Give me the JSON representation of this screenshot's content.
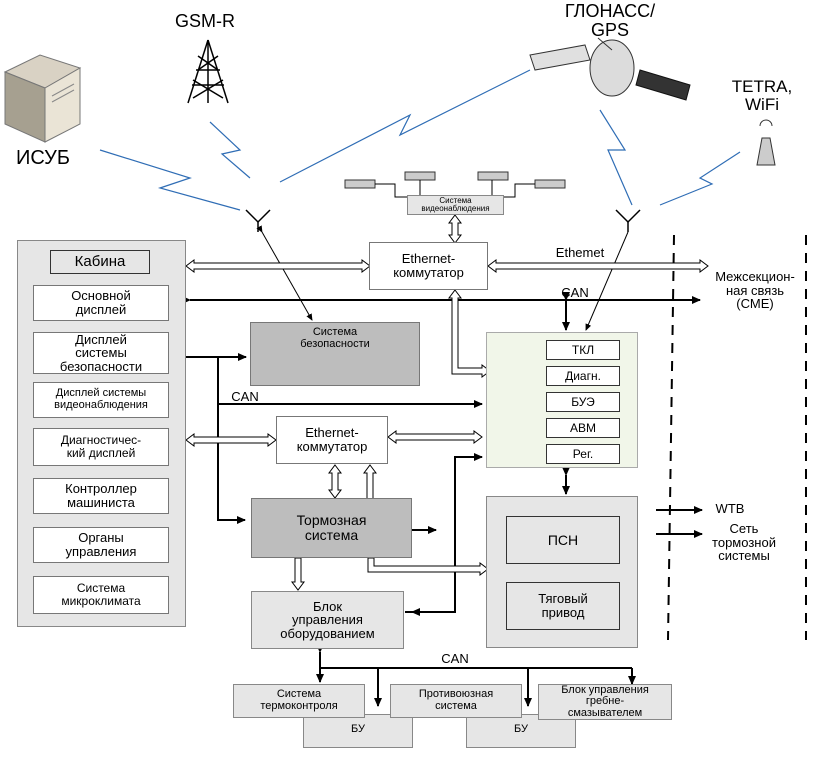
{
  "external": {
    "isub": "ИСУБ",
    "gsm": "GSM-R",
    "glonass": "ГЛОНАСС/\nGPS",
    "tetra": "TETRA,\nWiFi"
  },
  "cabin": {
    "title": "Кабина",
    "items": [
      "Основной\nдисплей",
      "Дисплей\nсистемы\nбезопасности",
      "Дисплей системы\nвидеонаблюдения",
      "Диагностичес-\nкий дисплей",
      "Контроллер\nмашиниста",
      "Органы\nуправления",
      "Система\nмикроклимата"
    ]
  },
  "video": "Система\nвидеонаблюдения",
  "eth_top": "Ethernet-\nкоммутатор",
  "eth_mid": "Ethernet-\nкоммутатор",
  "safety": "Система\nбезопасности",
  "brake": "Тормозная\nсистема",
  "equip": "Блок\nуправления\nоборудованием",
  "modules": [
    "ТКЛ",
    "Диагн.",
    "БУЭ",
    "АВМ",
    "Рег."
  ],
  "psn": "ПСН",
  "traction": "Тяговый\nпривод",
  "labels": {
    "ethernet": "Ethemet",
    "can_top": "CAN",
    "can_left": "CAN",
    "can_bottom": "CAN",
    "intersection": "Межсекцион-\nная связь\n(СМЕ)",
    "wtb": "WTB",
    "brake_net": "Сеть\nтормозной\nсистемы"
  },
  "bottom": {
    "thermo": "Система\nтермоконтроля",
    "antislip": "Противоюзная\nсистема",
    "lube": "Блок управления\nгребне-\nсмазывателем",
    "bu1": "БУ",
    "bu2": "БУ"
  },
  "colors": {
    "lightning": "#2f6db5",
    "arrow": "#000000"
  }
}
